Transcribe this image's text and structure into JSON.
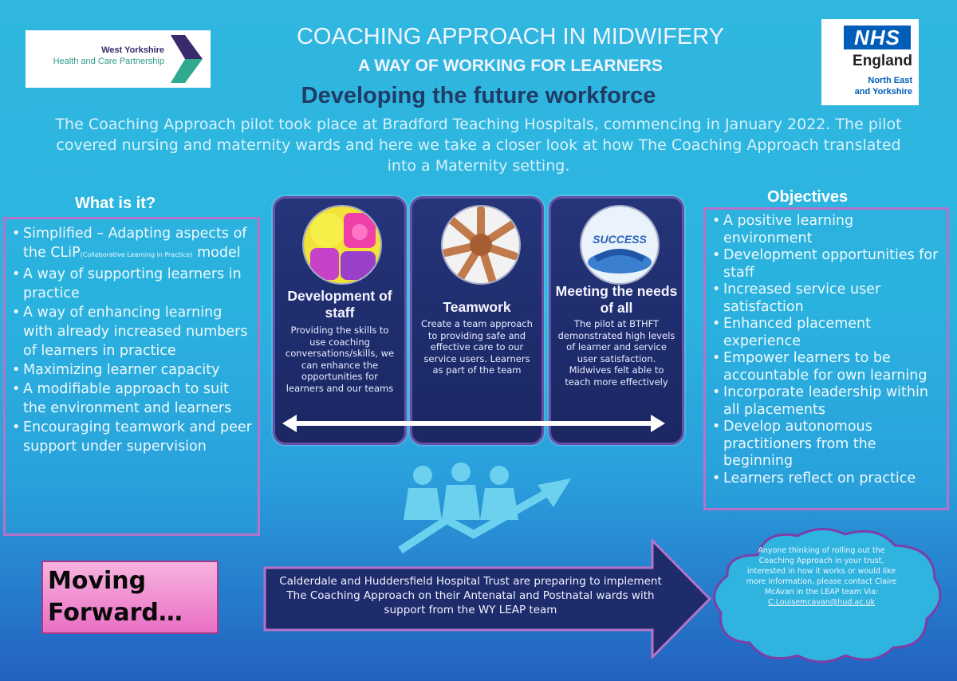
{
  "logos": {
    "wy_line1": "West Yorkshire",
    "wy_line2": "Health and Care Partnership",
    "nhs_mark": "NHS",
    "nhs_country": "England",
    "nhs_region_line1": "North East",
    "nhs_region_line2": "and Yorkshire"
  },
  "header": {
    "title": "COACHING APPROACH IN MIDWIFERY",
    "subtitle": "A WAY OF WORKING FOR LEARNERS",
    "headline": "Developing the future workforce",
    "intro": "The Coaching Approach pilot took place at Bradford Teaching Hospitals, commencing in January 2022. The pilot covered nursing and maternity wards and here we take a closer look at how The Coaching Approach translated into a Maternity setting."
  },
  "what_is_it": {
    "heading": "What is it?",
    "item1_start": "Simplified – Adapting aspects of the CLiP",
    "item1_small": "(Collaborative Learning in Practice)",
    "item1_end": " model",
    "items": [
      "A way of supporting learners in practice",
      "A way of enhancing learning with already increased numbers of learners in practice",
      "Maximizing learner capacity",
      "A modifiable approach to suit the environment and learners",
      "Encouraging teamwork and peer support under supervision"
    ]
  },
  "cards": [
    {
      "title": "Development of staff",
      "text": "Providing the skills to use coaching conversations/skills, we can enhance the opportunities for learners and our teams",
      "icon": "colorful-blocks-image"
    },
    {
      "title": "Teamwork",
      "text": "Create a team approach to providing safe and effective care to our service users. Learners as part of the team",
      "icon": "joined-hands-image"
    },
    {
      "title": "Meeting the needs of all",
      "text": "The pilot at BTHFT demonstrated high levels of learner and service user satisfaction. Midwives felt able to teach more effectively",
      "icon": "success-handshake-image",
      "icon_label": "SUCCESS"
    }
  ],
  "objectives": {
    "heading": "Objectives",
    "items": [
      "A positive learning environment",
      "Development opportunities for staff",
      "Increased service user satisfaction",
      "Enhanced placement experience",
      "Empower learners to be accountable for own learning",
      "Incorporate leadership within all placements",
      "Develop autonomous practitioners from the beginning",
      "Learners reflect on practice"
    ]
  },
  "moving_forward": {
    "label_line1": "Moving",
    "label_line2": "Forward…",
    "arrow_text": "Calderdale and Huddersfield Hospital Trust are preparing to implement The Coaching Approach on their Antenatal and Postnatal wards with support from the WY LEAP team",
    "cloud_text": "Anyone thinking of rolling out the Coaching Approach in your trust, interested in how it works or would like more information, please contact Claire McAvan in the LEAP team Via:",
    "cloud_email": "C.Louisemcavan@hud.ac.uk"
  },
  "colors": {
    "background_top": "#2fb7df",
    "background_bottom": "#2361c0",
    "panel_border": "#b573c9",
    "card_fill": "#1e2c6c",
    "headline": "#1f3b66",
    "moving_fill": "#ea6fc4",
    "nhs_blue": "#005eb8"
  }
}
